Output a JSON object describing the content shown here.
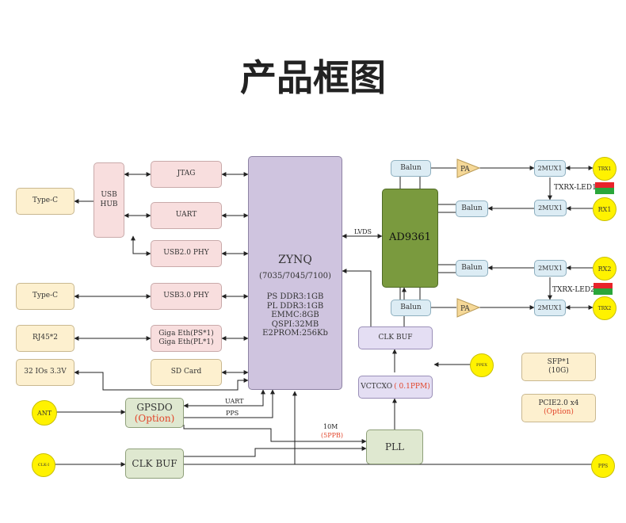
{
  "title": "产品框图",
  "blocks": {
    "type_c_1": "Type-C",
    "usb_hub": "USB\nHUB",
    "jtag": "JTAG",
    "uart": "UART",
    "usb2_phy": "USB2.0 PHY",
    "type_c_2": "Type-C",
    "usb3_phy": "USB3.0 PHY",
    "rj45": "RJ45*2",
    "giga_eth_ps": "Giga Eth(PS*1)",
    "giga_eth_pl": "Giga Eth(PL*1)",
    "ios": "32 IOs 3.3V",
    "sd_card": "SD Card",
    "zynq_name": "ZYNQ",
    "zynq_variants": "(7035/7045/7100)",
    "zynq_specs": [
      "PS DDR3:1GB",
      "PL DDR3:1GB",
      "EMMC:8GB",
      "QSPI:32MB",
      "E2PROM:256Kb"
    ],
    "gpsdo": "GPSDO",
    "gpsdo_option": "(Option)",
    "clk_buf_bottom": "CLK BUF",
    "ad9361": "AD9361",
    "balun": "Balun",
    "pa": "PA",
    "mux": "2MUX1",
    "clk_buf_mid": "CLK BUF",
    "vctcxo": "VCTCXO",
    "vctcxo_ppm": "( 0.1PPM)",
    "pll": "PLL",
    "sfp": "SFP*1",
    "sfp_sub": "(10G)",
    "pcie": "PCIE2.0 x4",
    "pcie_option": "(Option)"
  },
  "ports": {
    "ant": "ANT",
    "clk_i": "CLK-I",
    "trx1": "TRX1",
    "rx1": "RX1",
    "rx2": "RX2",
    "trx2": "TRX2",
    "ppex": "PPEX",
    "pps_out": "PPS"
  },
  "labels": {
    "lvds": "LVDS",
    "txrx_led1": "TXRX-LED1",
    "txrx_led2": "TXRX-LED2",
    "uart": "UART",
    "pps": "PPS",
    "ten_m": "10M",
    "five_ppb": "(5PPB)"
  },
  "colors": {
    "led_red": "#e8232a",
    "led_green": "#2aa63a",
    "accent_red": "#e2452a",
    "port_yellow": "#fff200"
  }
}
